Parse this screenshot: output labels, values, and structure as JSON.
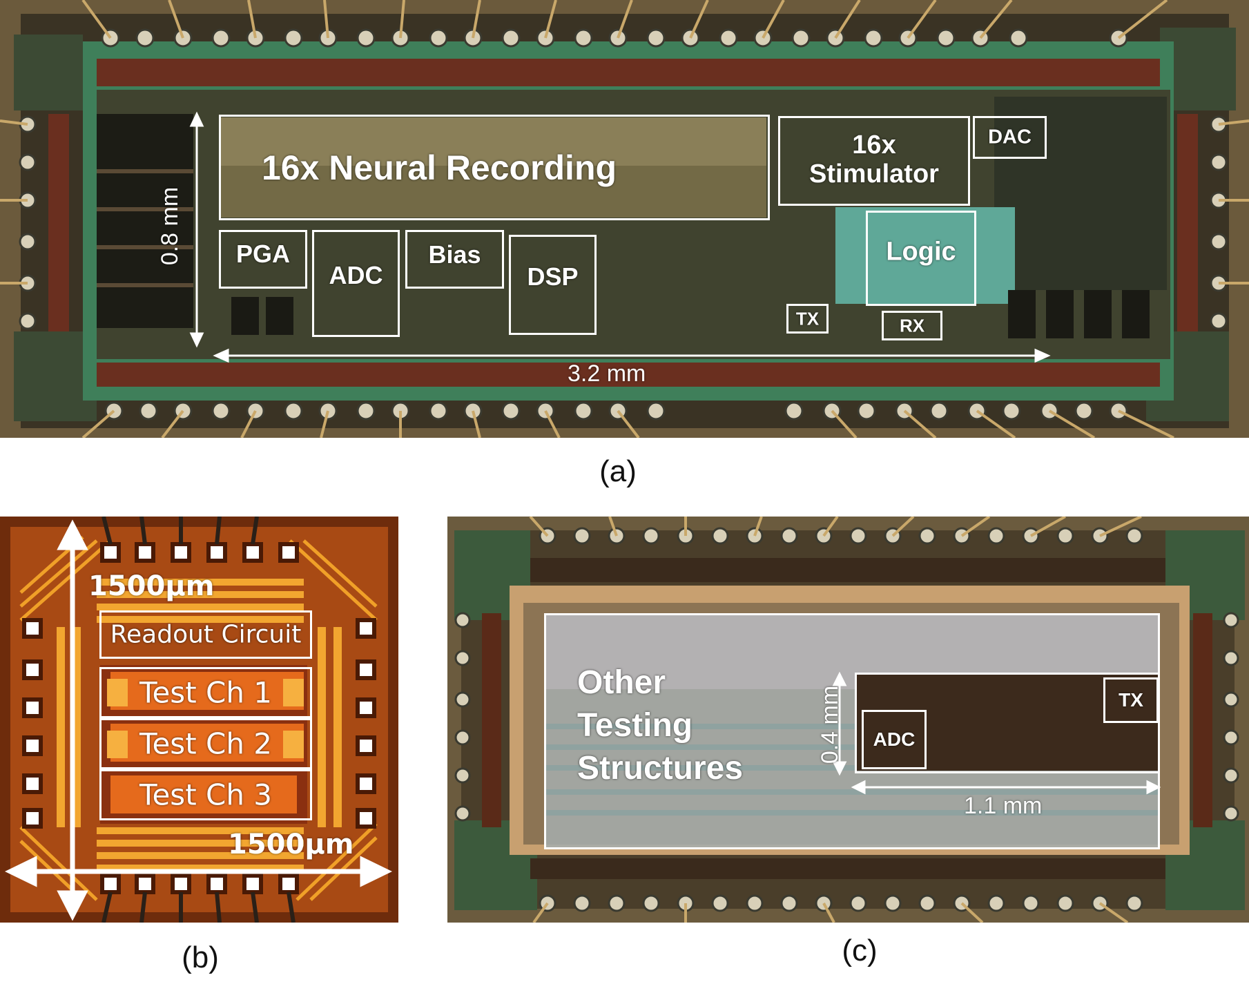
{
  "panel_a": {
    "caption": "(a)",
    "blocks": {
      "neural_recording": "16x Neural Recording",
      "stimulator_line1": "16x",
      "stimulator_line2": "Stimulator",
      "dac": "DAC",
      "pga": "PGA",
      "adc": "ADC",
      "bias": "Bias",
      "dsp": "DSP",
      "logic": "Logic",
      "tx": "TX",
      "rx": "RX"
    },
    "dimensions": {
      "height": "0.8 mm",
      "width": "3.2 mm"
    }
  },
  "panel_b": {
    "caption": "(b)",
    "blocks": {
      "readout": "Readout Circuit",
      "ch1": "Test Ch 1",
      "ch2": "Test Ch 2",
      "ch3": "Test Ch 3"
    },
    "dimensions": {
      "height": "1500µm",
      "width": "1500µm"
    }
  },
  "panel_c": {
    "caption": "(c)",
    "blocks": {
      "other_line1": "Other",
      "other_line2": "Testing",
      "other_line3": "Structures",
      "tx": "TX",
      "adc": "ADC"
    },
    "dimensions": {
      "height": "0.4 mm",
      "width": "1.1 mm"
    }
  },
  "colors": {
    "die_a_body": "#3e3f2c",
    "die_a_frame": "#5a3a22",
    "die_b_body": "#b44a12",
    "die_b_metal": "#f0a028",
    "die_c_body": "#6c5a3a",
    "annotation": "#ffffff"
  }
}
